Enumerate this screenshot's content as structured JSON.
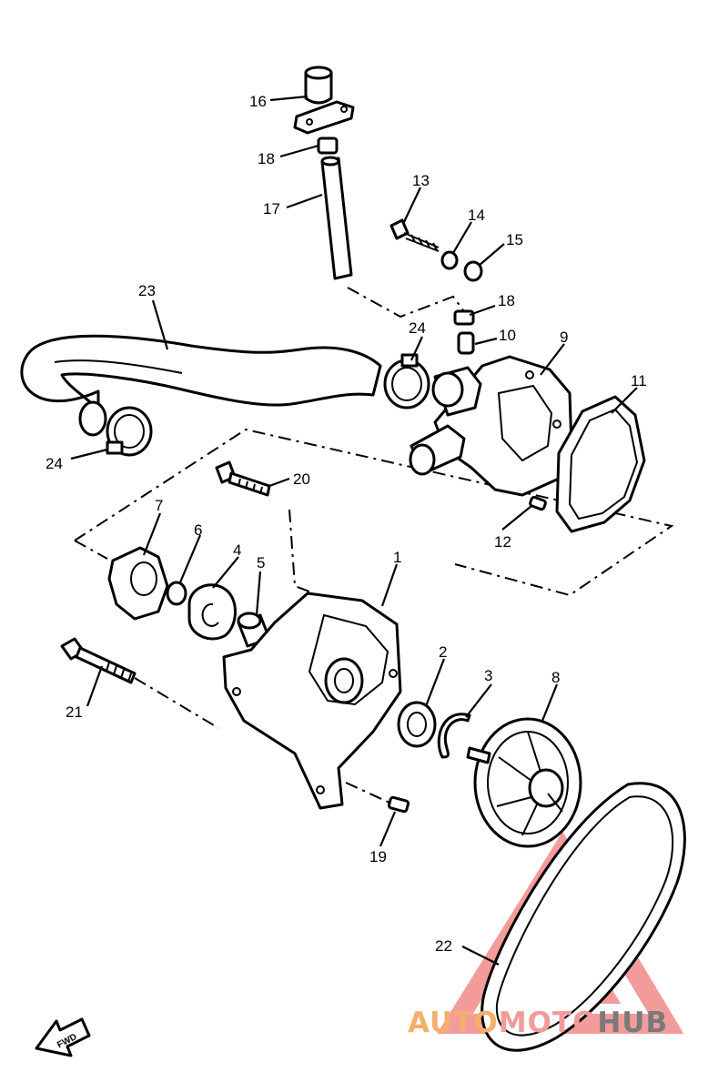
{
  "callouts": [
    {
      "id": "1",
      "label": "1"
    },
    {
      "id": "2",
      "label": "2"
    },
    {
      "id": "3",
      "label": "3"
    },
    {
      "id": "4",
      "label": "4"
    },
    {
      "id": "5",
      "label": "5"
    },
    {
      "id": "6",
      "label": "6"
    },
    {
      "id": "7",
      "label": "7"
    },
    {
      "id": "8",
      "label": "8"
    },
    {
      "id": "9",
      "label": "9"
    },
    {
      "id": "10",
      "label": "10"
    },
    {
      "id": "11",
      "label": "11"
    },
    {
      "id": "12",
      "label": "12"
    },
    {
      "id": "13",
      "label": "13"
    },
    {
      "id": "14",
      "label": "14"
    },
    {
      "id": "15",
      "label": "15"
    },
    {
      "id": "16",
      "label": "16"
    },
    {
      "id": "17",
      "label": "17"
    },
    {
      "id": "18a",
      "label": "18"
    },
    {
      "id": "18b",
      "label": "18"
    },
    {
      "id": "19",
      "label": "19"
    },
    {
      "id": "20",
      "label": "20"
    },
    {
      "id": "21",
      "label": "21"
    },
    {
      "id": "22",
      "label": "22"
    },
    {
      "id": "23",
      "label": "23"
    },
    {
      "id": "24a",
      "label": "24"
    },
    {
      "id": "24b",
      "label": "24"
    }
  ],
  "fwd_label": "FWD",
  "watermark": {
    "part1": "AUTO",
    "part2": "MOTO",
    "part3": "HUB",
    "colors": {
      "logo": "#f07a7a",
      "auto": "#f4b06a",
      "moto": "#f29b9b",
      "hub": "#7a7a7a"
    }
  }
}
